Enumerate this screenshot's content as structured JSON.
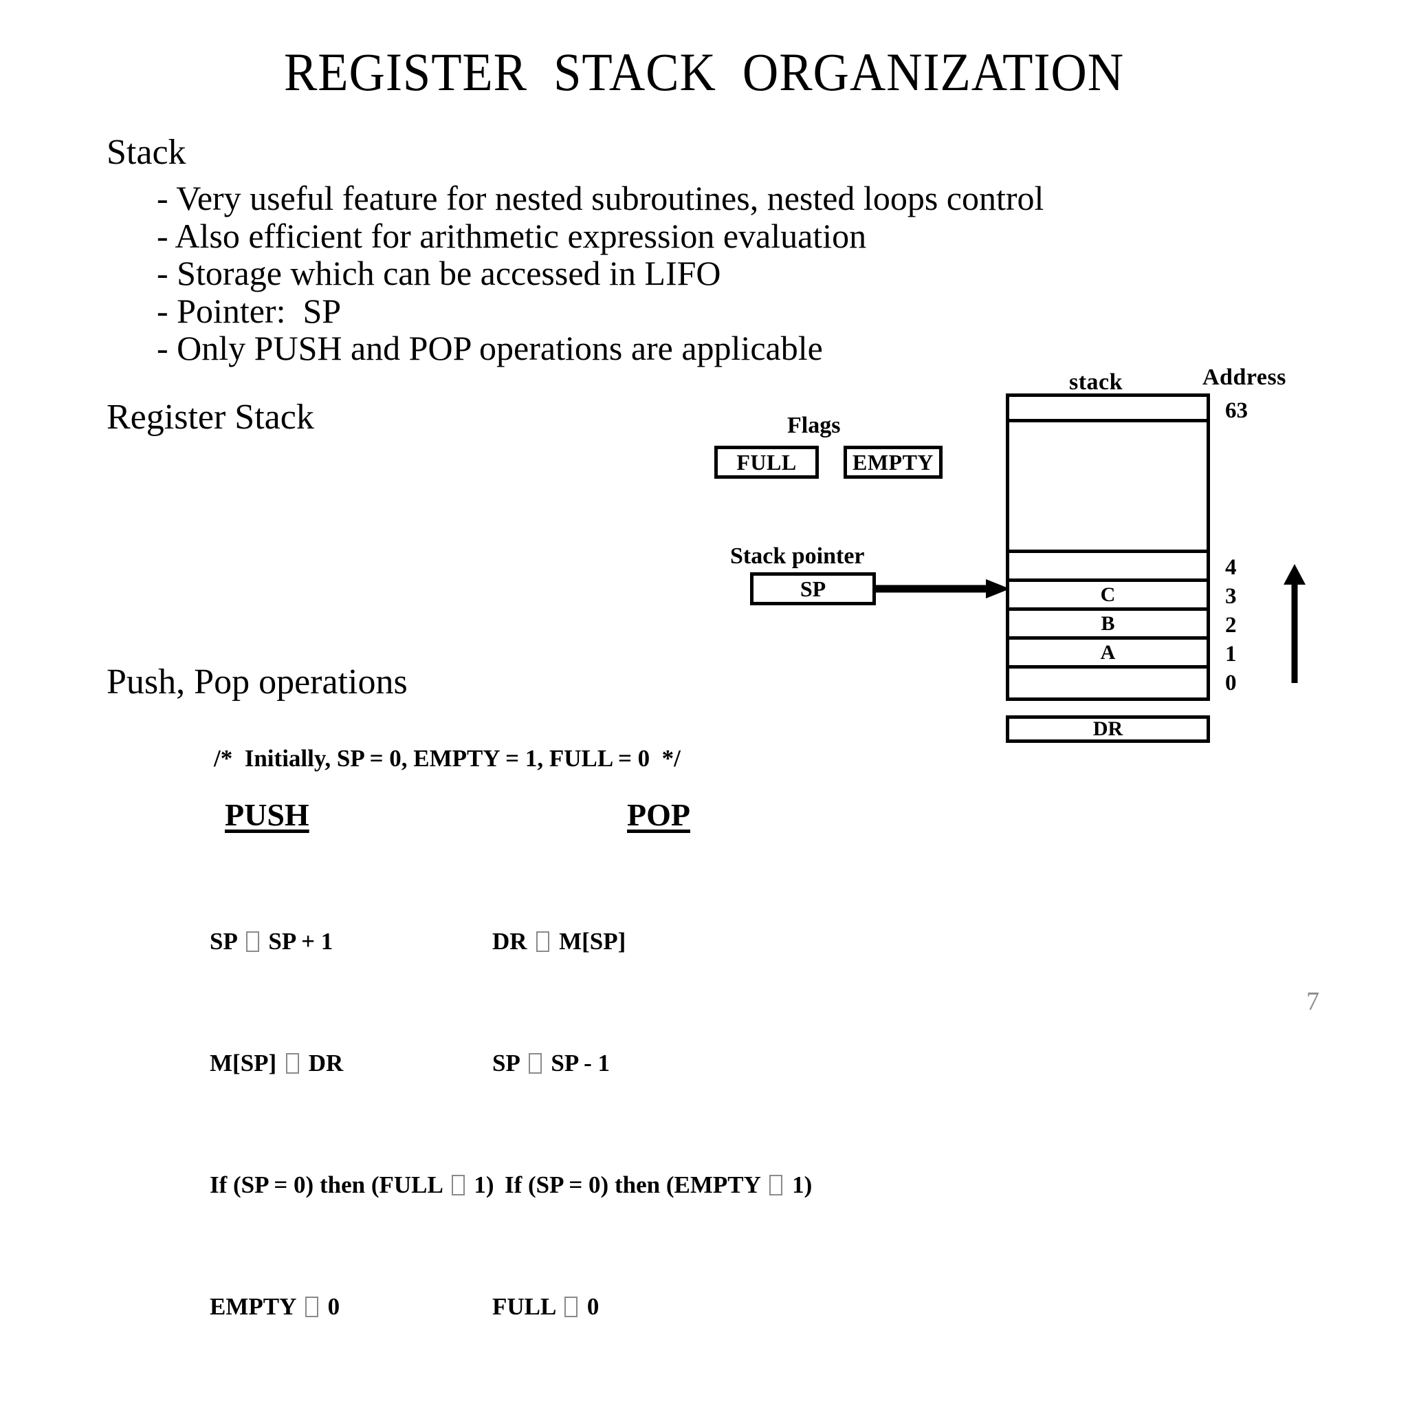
{
  "slide": {
    "title": "REGISTER  STACK  ORGANIZATION",
    "page_number": "7",
    "page_number_color": "#8c8c8c",
    "background_color": "#ffffff",
    "ink_color": "#000000"
  },
  "sections": {
    "stack_heading": "Stack",
    "stack_bullets": [
      "- Very useful feature for nested subroutines, nested loops control",
      "- Also efficient for arithmetic expression evaluation",
      "- Storage which can be accessed in LIFO",
      "- Pointer:  SP",
      "- Only PUSH and POP operations are applicable"
    ],
    "register_stack_heading": "Register Stack",
    "push_pop_heading": "Push, Pop operations"
  },
  "diagram": {
    "stack_label": "stack",
    "address_label": "Address",
    "flags_label": "Flags",
    "stack_pointer_label": "Stack pointer",
    "sp_box_label": "SP",
    "dr_box_label": "DR",
    "flag_boxes": [
      {
        "label": "FULL"
      },
      {
        "label": "EMPTY"
      }
    ],
    "stack_cells": [
      {
        "value": "",
        "address": "63",
        "size": "small"
      },
      {
        "value": "",
        "address": "",
        "size": "big"
      },
      {
        "value": "",
        "address": "4",
        "size": "row"
      },
      {
        "value": "C",
        "address": "3",
        "size": "row"
      },
      {
        "value": "B",
        "address": "2",
        "size": "row"
      },
      {
        "value": "A",
        "address": "1",
        "size": "row"
      },
      {
        "value": "",
        "address": "0",
        "size": "row"
      }
    ],
    "address_values": [
      "63",
      "4",
      "3",
      "2",
      "1",
      "0"
    ],
    "growth_arrow_direction": "up",
    "sp_arrow_direction": "right",
    "sp_points_to_address": "3"
  },
  "code": {
    "comment": "/*  Initially, SP = 0, EMPTY = 1, FULL = 0  */",
    "push_heading": "PUSH",
    "pop_heading": "POP",
    "push_lines": [
      {
        "pre": "SP ",
        "post": " SP + 1",
        "indent": false
      },
      {
        "pre": "M[SP] ",
        "post": " DR",
        "indent": false
      },
      {
        "pre": "If (SP = 0) then (FULL ",
        "post": " 1)",
        "indent": false
      },
      {
        "pre": "EMPTY ",
        "post": " 0",
        "indent": false
      }
    ],
    "pop_lines": [
      {
        "pre": "DR ",
        "post": " M[SP]",
        "indent": false
      },
      {
        "pre": "SP ",
        "post": " SP - 1",
        "indent": false
      },
      {
        "pre": "If (SP = 0) then (EMPTY ",
        "post": " 1)",
        "indent": true
      },
      {
        "pre": "FULL ",
        "post": " 0",
        "indent": false
      }
    ],
    "assign_glyph": "missing-glyph-box"
  }
}
